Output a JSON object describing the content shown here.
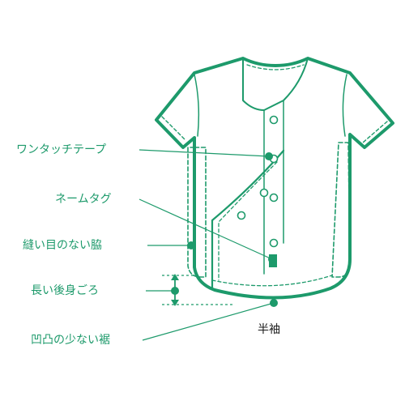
{
  "labels": {
    "one_touch_tape": "ワンタッチテープ",
    "name_tag": "ネームタグ",
    "seamless_side": "縫い目のない脇",
    "long_back": "長い後身ごろ",
    "flat_hem": "凹凸の少ない裾"
  },
  "caption": "半袖",
  "colors": {
    "accent": "#1d9a6b",
    "outline": "#1d9a6b",
    "text": "#1a1a1a"
  }
}
